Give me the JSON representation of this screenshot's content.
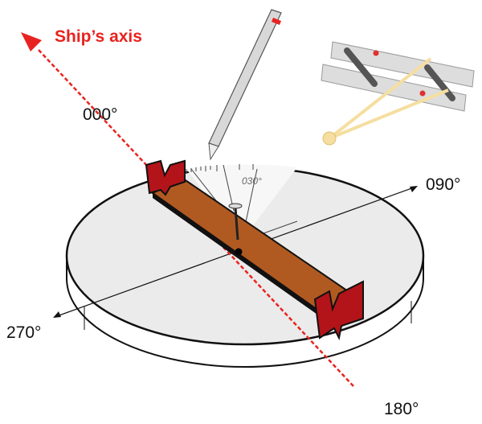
{
  "labels": {
    "ship_axis": "Ship’s axis",
    "north": "000°",
    "east": "090°",
    "south": "180°",
    "west": "270°",
    "bearing": "030°"
  },
  "colors": {
    "ship_axis": "#e8231f",
    "bar": "#b05a22",
    "vanes": "#b3141a",
    "disk": "#ececec",
    "compass_arms": "#f5deA0"
  }
}
